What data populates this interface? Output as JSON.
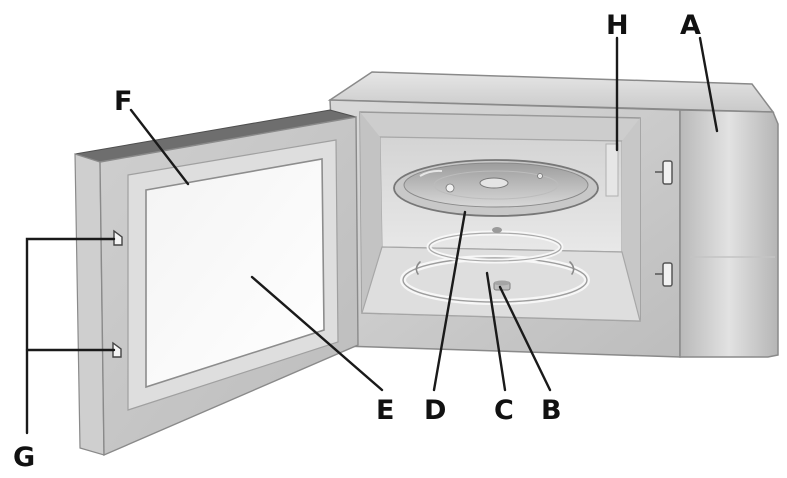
{
  "diagram": {
    "labels": {
      "A": "A",
      "B": "B",
      "C": "C",
      "D": "D",
      "E": "E",
      "F": "F",
      "G": "G",
      "H": "H"
    }
  },
  "colors": {
    "line": "#1a1a1a",
    "body_light": "#e9e9e9",
    "body_mid": "#cfcfcf",
    "body_dark": "#a9a9a9"
  }
}
